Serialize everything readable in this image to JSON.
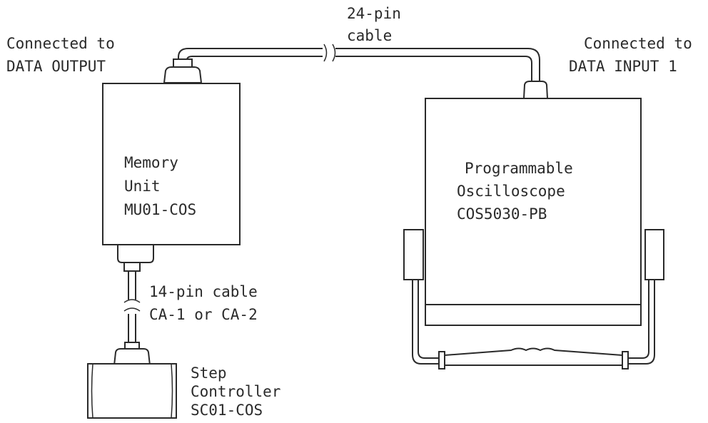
{
  "labels": {
    "cable_24_line1": "24-pin",
    "cable_24_line2": "cable",
    "left_conn_line1": "Connected to",
    "left_conn_line2": "DATA OUTPUT",
    "right_conn_line1": "Connected to",
    "right_conn_line2": "DATA INPUT 1",
    "memory_line1": "Memory",
    "memory_line2": "Unit",
    "memory_line3": "MU01-COS",
    "scope_line1": "Programmable",
    "scope_line2": "Oscilloscope",
    "scope_line3": "COS5030-PB",
    "cable_14_line1": "14-pin cable",
    "cable_14_line2": "CA-1 or CA-2",
    "step_line1": "Step",
    "step_line2": "Controller",
    "step_line3": "SC01-COS"
  }
}
